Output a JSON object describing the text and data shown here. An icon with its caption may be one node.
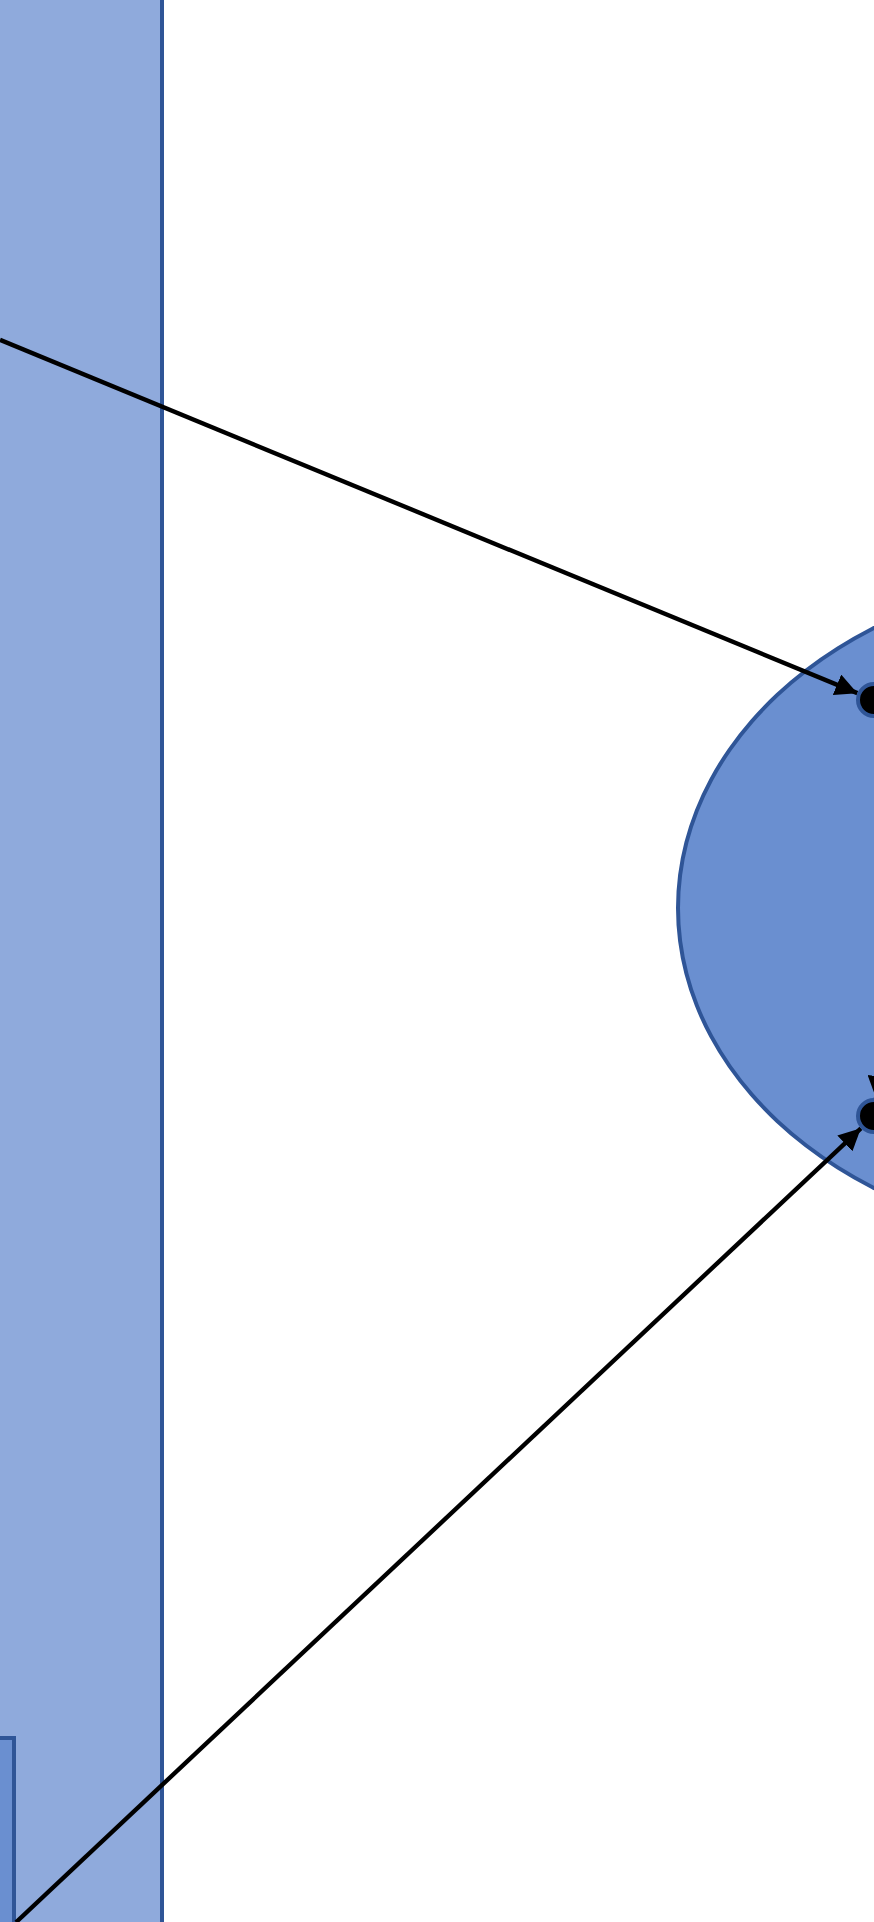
{
  "diagram": {
    "nodes": [
      {
        "text": [],
        "shape": "bar"
      },
      {
        "text": [],
        "shape": "box",
        "in": 0
      },
      {
        "text": [],
        "shape": "ellipse"
      },
      {
        "text": [],
        "shape": "circle",
        "in": 2
      },
      {
        "text": [],
        "shape": "circle",
        "in": 2
      }
    ],
    "edges": [
      {
        "from": 0,
        "to": 3,
        "arrow": "to"
      },
      {
        "from": 1,
        "to": 4,
        "arrow": "to"
      },
      {
        "from": null,
        "to": 4,
        "arrow": "to"
      }
    ]
  }
}
